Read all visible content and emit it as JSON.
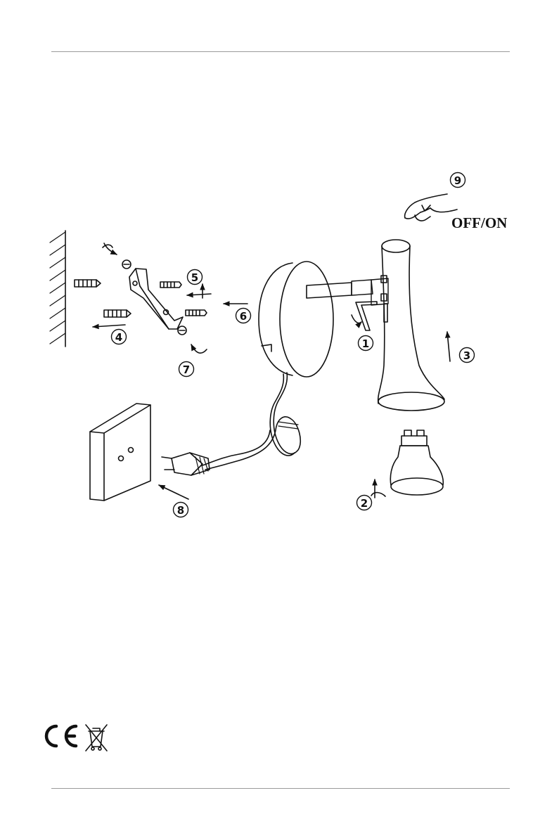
{
  "steps": [
    "1",
    "2",
    "3",
    "4",
    "5",
    "6",
    "7",
    "8",
    "9"
  ],
  "switch_label": "OFF/ON",
  "icons": [
    "ce-mark-icon",
    "weee-bin-icon",
    "hand-icon",
    "plug-icon",
    "lamp-icon",
    "bulb-icon",
    "wall-socket-icon",
    "allen-key-icon",
    "screw-icon",
    "dowel-icon",
    "bracket-icon"
  ],
  "colors": {
    "line": "#111111",
    "rule": "#9a9a9a"
  }
}
